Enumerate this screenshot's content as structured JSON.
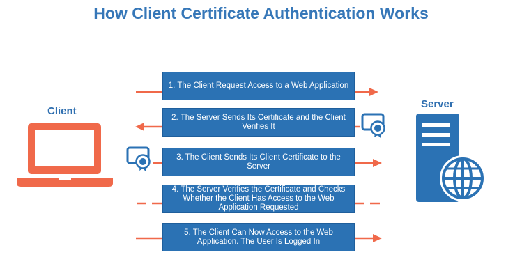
{
  "title": "How Client Certificate Authentication Works",
  "client_label": "Client",
  "server_label": "Server",
  "steps": [
    {
      "text": "1. The Client Request Access to a Web Application",
      "direction": "right"
    },
    {
      "text": "2. The Server Sends Its Certificate and the Client Verifies It",
      "direction": "left"
    },
    {
      "text": "3. The Client Sends Its Client Certificate to the Server",
      "direction": "right"
    },
    {
      "text": "4. The Server Verifies the Certificate and Checks Whether the Client Has Access to the Web Application Requested",
      "direction": "none"
    },
    {
      "text": "5. The Client Can Now Access to the Web Application. The User Is Logged In",
      "direction": "right"
    }
  ],
  "colors": {
    "title": "#3677b8",
    "step_box": "#2b72b4",
    "arrow": "#f0694a",
    "laptop": "#f0694a",
    "server": "#2b72b4"
  },
  "icons": [
    "laptop-icon",
    "server-icon",
    "globe-icon",
    "certificate-icon"
  ]
}
